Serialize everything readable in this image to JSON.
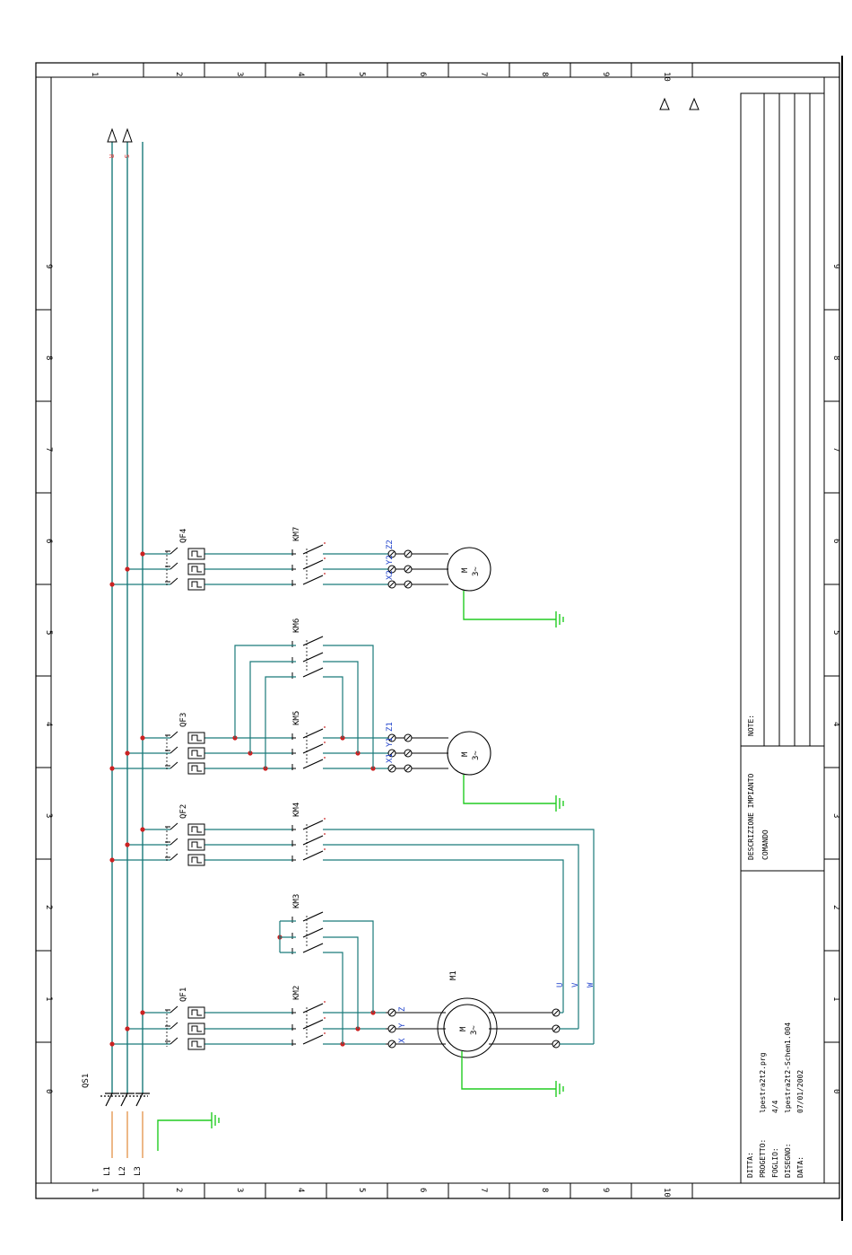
{
  "sheet": {
    "columns": [
      "1",
      "2",
      "3",
      "4",
      "5",
      "6",
      "7",
      "8",
      "9",
      "10"
    ],
    "rows": [
      "0",
      "1",
      "2",
      "3",
      "4",
      "5",
      "6",
      "7",
      "8",
      "9"
    ]
  },
  "supply": {
    "lines": [
      "L1",
      "L2",
      "L3"
    ],
    "main_switch": "QS1",
    "outputs": [
      "R",
      "S"
    ]
  },
  "breakers": [
    "QF1",
    "QF2",
    "QF3",
    "QF4"
  ],
  "contactors": [
    "KM2",
    "KM3",
    "KM4",
    "KM5",
    "KM6",
    "KM7"
  ],
  "motors": {
    "m1_label": "M1",
    "m1_terminals": [
      "X",
      "Y",
      "Z"
    ],
    "m1_uvw": [
      "U",
      "V",
      "W"
    ],
    "m2_terminals": [
      "X1",
      "Y1",
      "Z1"
    ],
    "m3_terminals": [
      "X2",
      "Y2",
      "Z2"
    ],
    "symbol_m": "M",
    "symbol_3": "3~"
  },
  "title_block": {
    "note_label": "NOTE:",
    "desc_label": "DESCRIZIONE IMPIANTO",
    "desc_value": "COMANDO",
    "fields": [
      {
        "label": "DITTA:",
        "value": ""
      },
      {
        "label": "PROGETTO:",
        "value": "lpestra2t2.prg"
      },
      {
        "label": "FOGLIO:",
        "value": "4/4"
      },
      {
        "label": "DISEGNO:",
        "value": "lpestra2t2-Schem1.004"
      },
      {
        "label": "DATA:",
        "value": "07/01/2002"
      }
    ]
  },
  "colors": {
    "wire": "#1a7a7a",
    "ground": "#22cc22",
    "supply": "#e59a55",
    "node": "#cc2222",
    "terminal_text": "#2244cc"
  }
}
